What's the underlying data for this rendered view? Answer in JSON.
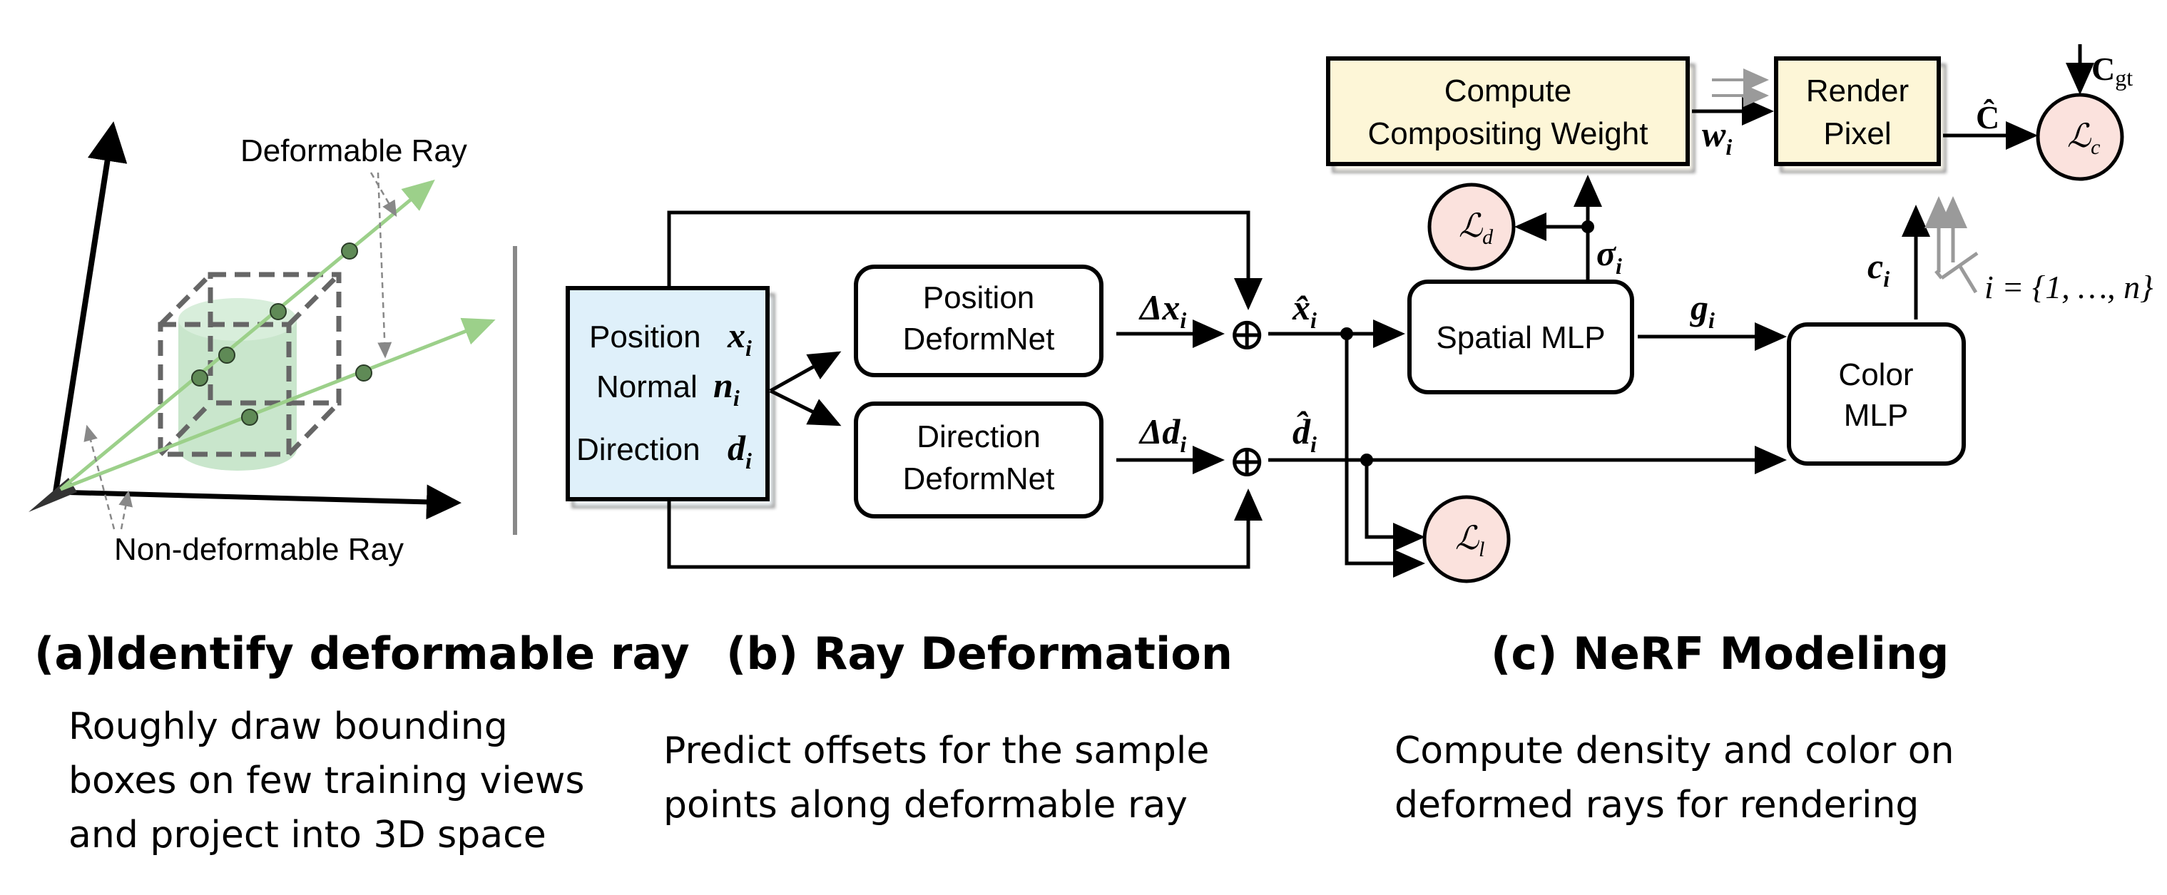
{
  "panel_a": {
    "label_deformable": "Deformable Ray",
    "label_nondeformable": "Non-deformable Ray",
    "caption_tag": "(a)",
    "caption_title": "Identify deformable ray",
    "caption_lines": [
      "Roughly draw bounding",
      "boxes on few training views",
      "and project into 3D space"
    ]
  },
  "panel_b": {
    "input_lines": [
      "Position",
      "Normal",
      "Direction"
    ],
    "input_syms": [
      "x",
      "n",
      "d"
    ],
    "input_sub": "i",
    "position_net": [
      "Position",
      "DeformNet"
    ],
    "direction_net": [
      "Direction",
      "DeformNet"
    ],
    "delta_x": "Δx",
    "delta_d": "Δd",
    "sub_i": "i",
    "plus_symbol": "⊕",
    "caption_title": "(b) Ray Deformation",
    "caption_lines": [
      "Predict offsets for the sample",
      "points along deformable ray"
    ]
  },
  "panel_c": {
    "x_hat": "x̂",
    "d_hat": "d̂",
    "spatial_mlp": "Spatial MLP",
    "color_mlp": [
      "Color",
      "MLP"
    ],
    "compositing": [
      "Compute",
      "Compositing Weight"
    ],
    "render": [
      "Render",
      "Pixel"
    ],
    "sigma": "σ",
    "g": "g",
    "w": "w",
    "c": "c",
    "c_hat": "Ĉ",
    "c_gt": "C",
    "c_gt_sub": "gt",
    "loss_d": "ℒ",
    "loss_d_sub": "d",
    "loss_l": "ℒ",
    "loss_l_sub": "l",
    "loss_c": "ℒ",
    "loss_c_sub": "c",
    "index_set": "i = {1, …, n}",
    "caption_title": "(c) NeRF Modeling",
    "caption_lines": [
      "Compute density and color on",
      "deformed rays for rendering"
    ]
  },
  "colors": {
    "input_fill": "#dff0fa",
    "yellow_fill": "#fdf6d7",
    "loss_fill": "#fbe2dd",
    "green_ray": "#9cd08a",
    "node_fill": "#5f8a56",
    "cylinder": "#c9e6cc"
  }
}
